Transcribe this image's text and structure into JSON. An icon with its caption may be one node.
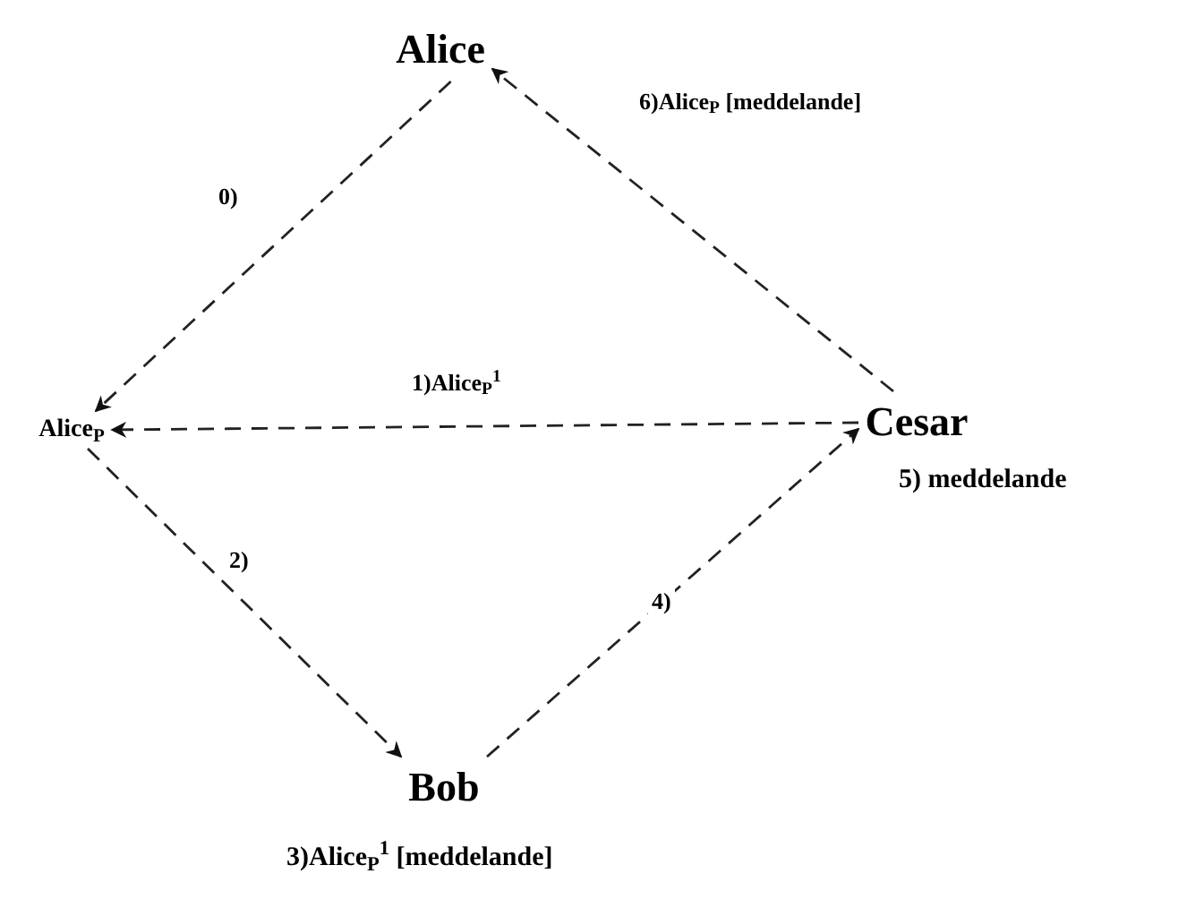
{
  "diagram": {
    "nodes": [
      {
        "text": [
          "Alice"
        ]
      },
      {
        "text": [
          "Alice$_{P}$"
        ]
      },
      {
        "text": [
          "Cesar"
        ],
        "beside": [
          "5) meddelande"
        ]
      },
      {
        "text": [
          "Bob"
        ],
        "beside": [
          "3)Alice$_{P}$$^{1}$ [meddelande]"
        ]
      }
    ],
    "edges": [
      {
        "from": 0,
        "to": 1,
        "arrow": "to",
        "label": "0)",
        "style": "dashed"
      },
      {
        "from": 2,
        "to": 1,
        "arrow": "to",
        "label": "1)Alice$_{P}$$^{1}$",
        "style": "dashed"
      },
      {
        "from": 1,
        "to": 3,
        "arrow": "to",
        "label": "2)",
        "style": "dashed"
      },
      {
        "from": 3,
        "to": 2,
        "arrow": "to",
        "label": "4)",
        "style": "dashed"
      },
      {
        "from": 2,
        "to": 0,
        "arrow": "to",
        "label": "6)Alice$_{P}$ [meddelande]",
        "style": "dashed"
      }
    ]
  }
}
